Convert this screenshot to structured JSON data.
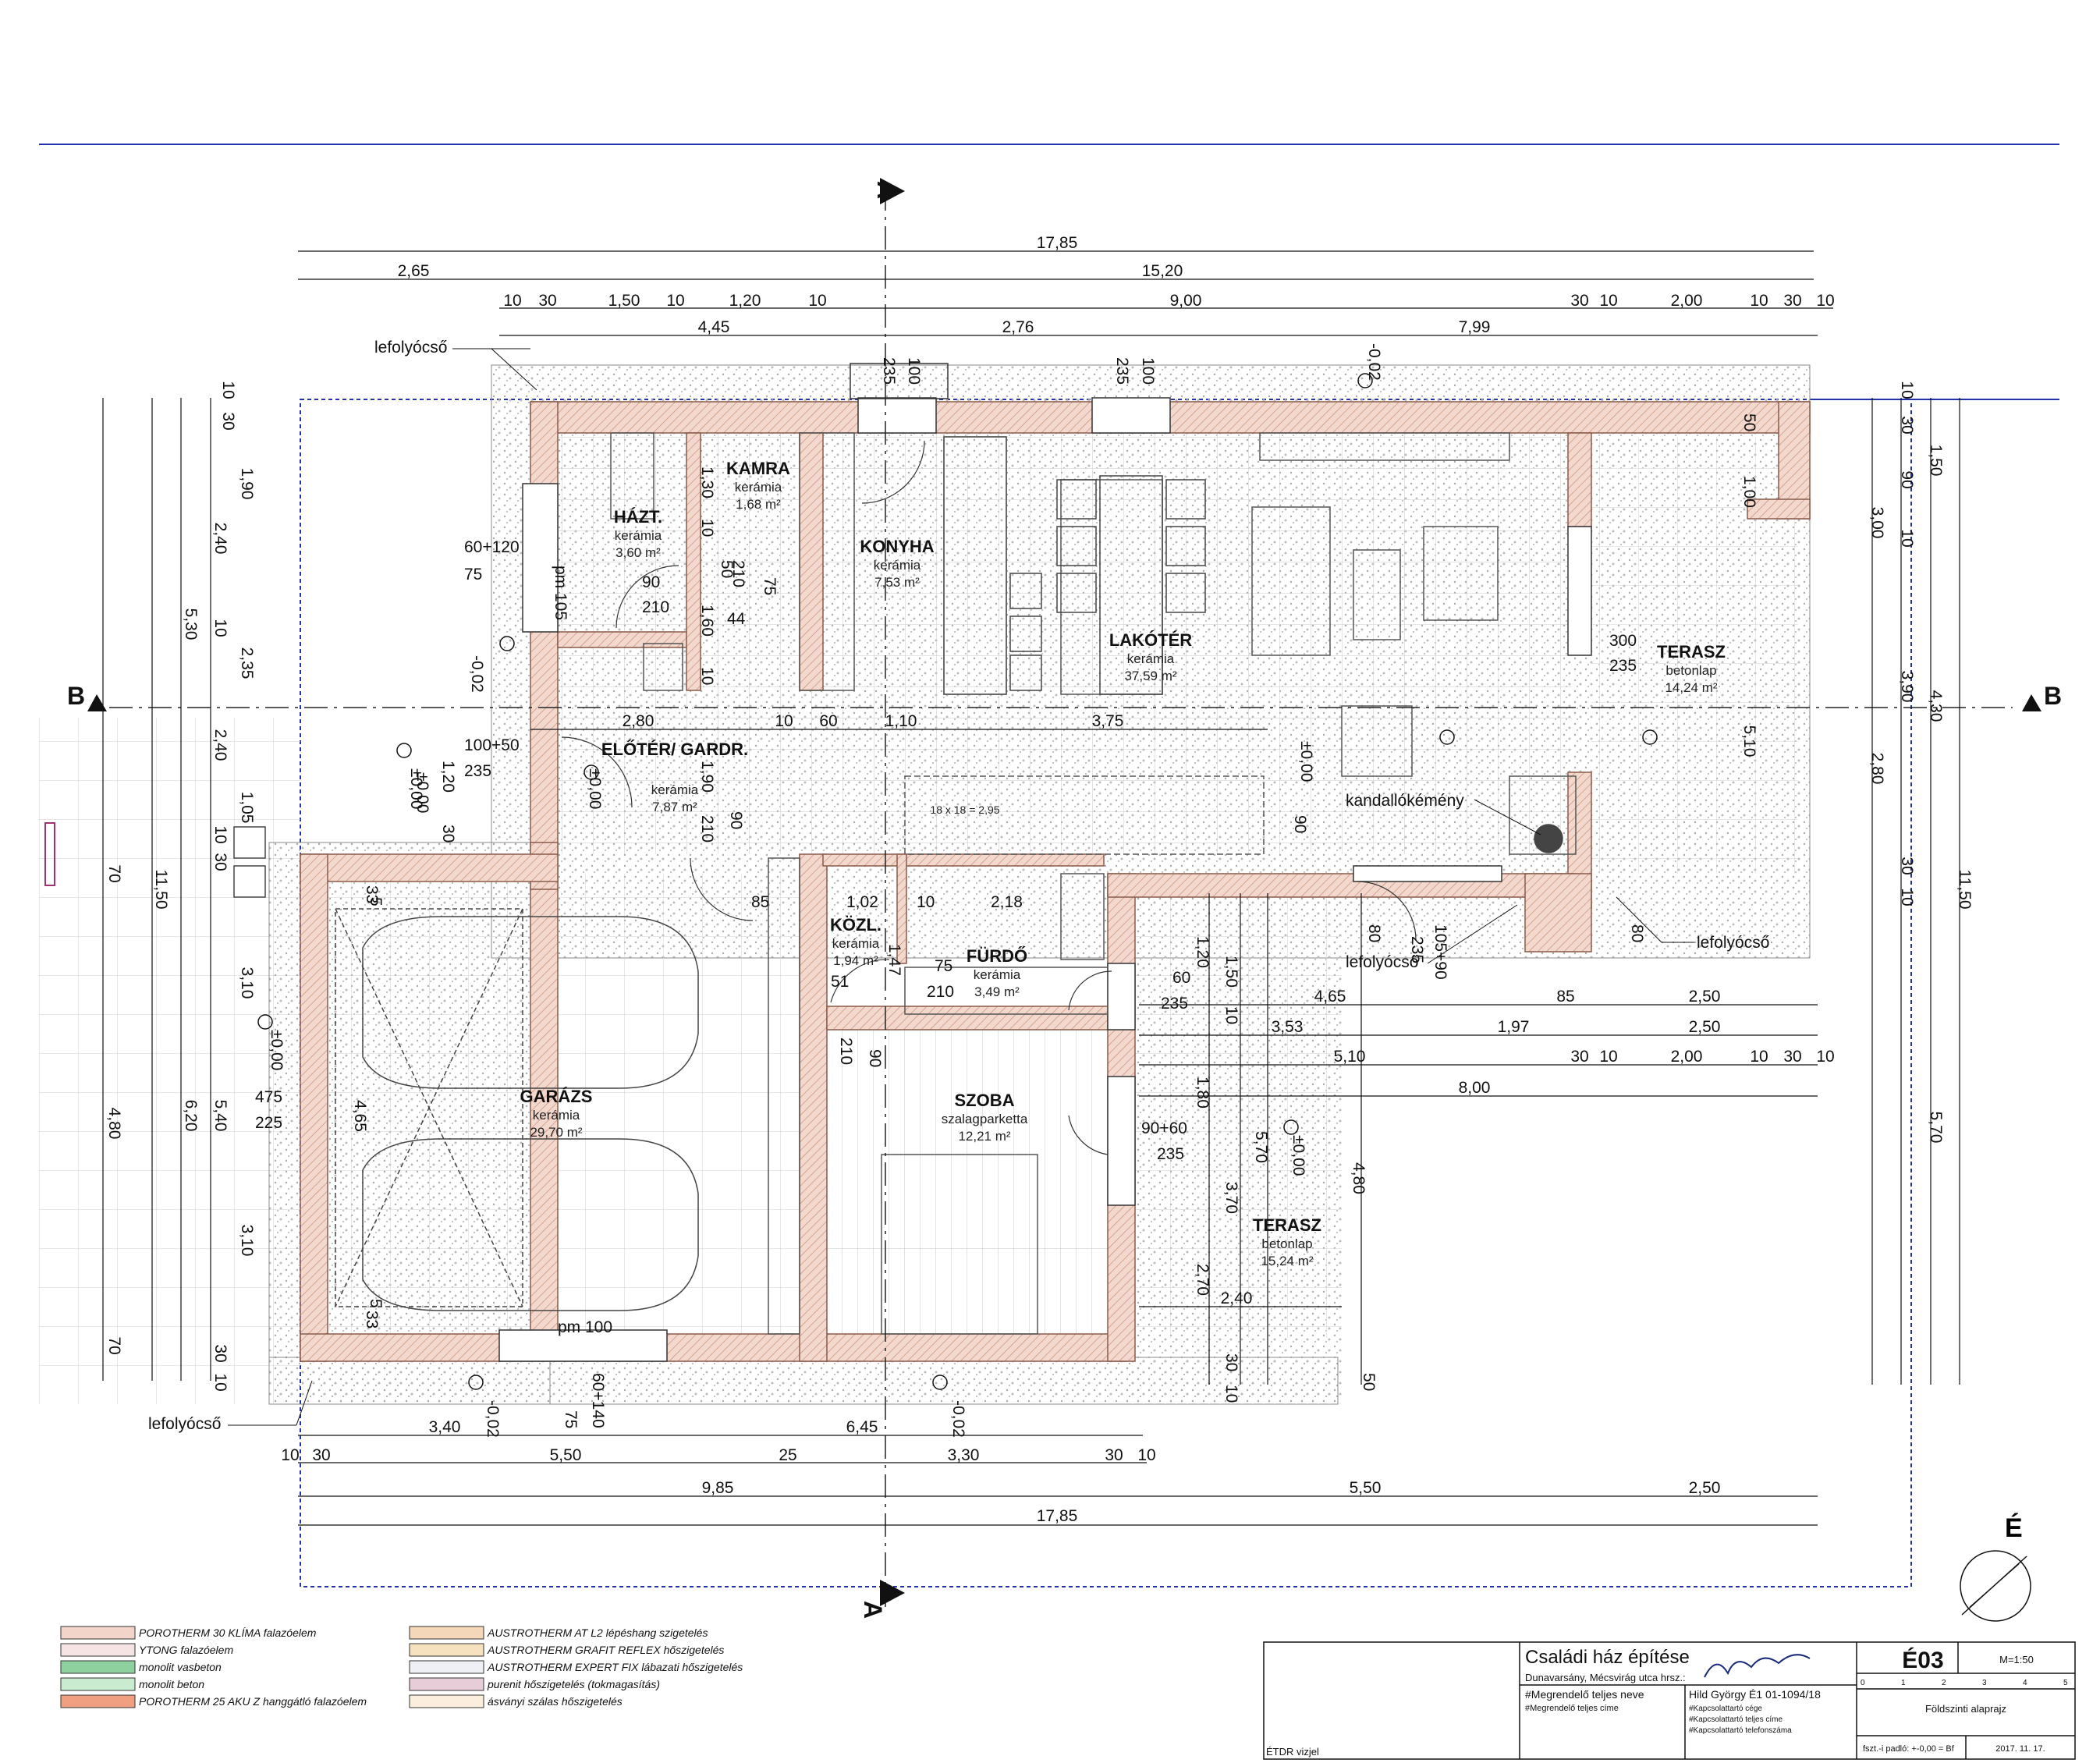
{
  "sections": {
    "a": "A",
    "b": "B"
  },
  "north": "É",
  "rooms": [
    {
      "key": "hazt",
      "name": "HÁZT.",
      "finish": "kerámia",
      "area": "3,60 m²"
    },
    {
      "key": "kamra",
      "name": "KAMRA",
      "finish": "kerámia",
      "area": "1,68 m²"
    },
    {
      "key": "konyha",
      "name": "KONYHA",
      "finish": "kerámia",
      "area": "7,53 m²"
    },
    {
      "key": "lakoter",
      "name": "LAKÓTÉR",
      "finish": "kerámia",
      "area": "37,59 m²"
    },
    {
      "key": "terasz1",
      "name": "TERASZ",
      "finish": "betonlap",
      "area": "14,24 m²"
    },
    {
      "key": "eloter",
      "name": "ELŐTÉR/ GARDR.",
      "finish": "kerámia",
      "area": "7,87 m²"
    },
    {
      "key": "kozl",
      "name": "KÖZL.",
      "finish": "kerámia",
      "area": "1,94 m²"
    },
    {
      "key": "furdo",
      "name": "FÜRDŐ",
      "finish": "kerámia",
      "area": "3,49 m²"
    },
    {
      "key": "garazs",
      "name": "GARÁZS",
      "finish": "kerámia",
      "area": "29,70 m²"
    },
    {
      "key": "szoba",
      "name": "SZOBA",
      "finish": "szalagparketta",
      "area": "12,21 m²"
    },
    {
      "key": "terasz2",
      "name": "TERASZ",
      "finish": "betonlap",
      "area": "15,24 m²"
    }
  ],
  "labels": {
    "lefolyocso": "lefolyócső",
    "kandallo": "kandallókémény",
    "stair": "18 x 18 = 2,95"
  },
  "dims": {
    "top1": [
      "17,85"
    ],
    "top2": [
      "2,65",
      "15,20"
    ],
    "top3": [
      "10",
      "30",
      "1,50",
      "10",
      "1,20",
      "10",
      "9,00",
      "30",
      "10",
      "2,00",
      "10",
      "30",
      "10"
    ],
    "top4": [
      "4,45",
      "2,76",
      "7,99"
    ],
    "bot1": [
      "3,40",
      "6,45"
    ],
    "bot2": [
      "10",
      "30",
      "5,50",
      "25",
      "3,30",
      "30",
      "10"
    ],
    "bot3": [
      "9,85",
      "5,50",
      "2,50"
    ],
    "bot4": [
      "17,85"
    ],
    "mid1": [
      "2,80",
      "10",
      "60",
      "1,10",
      "3,75"
    ],
    "mid2": [
      "4,65",
      "85",
      "2,50"
    ],
    "mid3": [
      "3,53",
      "1,97",
      "2,50"
    ],
    "mid4": [
      "5,10",
      "30",
      "10",
      "2,00",
      "10",
      "30",
      "10"
    ],
    "mid5": [
      "8,00"
    ],
    "mid6": [
      "2,40"
    ],
    "left1": [
      "10",
      "30",
      "1,90",
      "2,40",
      "10",
      "2,35",
      "2,40",
      "1,05",
      "10",
      "30",
      "70",
      "3,10",
      "4,80",
      "3,10",
      "70",
      "30",
      "10"
    ],
    "left2": [
      "5,30",
      "6,20"
    ],
    "left3": [
      "11,50"
    ],
    "left4": [
      "5,40"
    ],
    "right1": [
      "10",
      "30",
      "90",
      "10",
      "3,90",
      "2,80",
      "30",
      "10"
    ],
    "right2": [
      "1,50",
      "4,30",
      "11,50",
      "5,70"
    ],
    "right3": [
      "3,00",
      "5,10"
    ],
    "openings": [
      "60+120",
      "75",
      "pm 105",
      "90",
      "210",
      "1,30",
      "10",
      "50",
      "210",
      "75",
      "44",
      "1,60",
      "10",
      "100+50",
      "235",
      "1,20",
      "±0,00",
      "30",
      "1,90",
      "210",
      "90",
      "85",
      "1,02",
      "1,47",
      "10",
      "2,18",
      "75",
      "210",
      "51",
      "210",
      "90",
      "60",
      "235",
      "90+60",
      "235",
      "1,20",
      "1,50",
      "10",
      "1,80",
      "3,70",
      "2,70",
      "30",
      "10",
      "5,70",
      "4,80",
      "80",
      "105+90",
      "235",
      "80",
      "300",
      "235",
      "1,00",
      "50",
      "90",
      "475",
      "225",
      "4,65",
      "33",
      "33",
      "5",
      "5",
      "pm 100",
      "60+140",
      "75",
      "±0,00",
      "±0,00",
      "±0,00",
      "±0,00",
      "±0,00",
      "-0,02",
      "-0,02",
      "-0,02",
      "-0,02",
      "235",
      "100",
      "235",
      "100",
      "50"
    ]
  },
  "legend": [
    {
      "text": "POROTHERM 30 KLÍMA falazóelem",
      "color": "#f2d5c8"
    },
    {
      "text": "YTONG falazóelem",
      "color": "#f6e3e3"
    },
    {
      "text": "monolit vasbeton",
      "color": "#8fd19e"
    },
    {
      "text": "monolit beton",
      "color": "#c9ebd0"
    },
    {
      "text": "POROTHERM 25 AKU Z hanggátló falazóelem",
      "color": "#f0a080"
    },
    {
      "text": "AUSTROTHERM AT L2 lépéshang szigetelés",
      "color": "#f4d6b8"
    },
    {
      "text": "AUSTROTHERM GRAFIT REFLEX hőszigetelés",
      "color": "#f7e2c0"
    },
    {
      "text": "AUSTROTHERM EXPERT FIX lábazati hőszigetelés",
      "color": "#eef0f6"
    },
    {
      "text": "purenit hőszigetelés (tokmagasítás)",
      "color": "#e7cdd8"
    },
    {
      "text": "ásványi szálas hőszigetelés",
      "color": "#fbeedd"
    }
  ],
  "titleblock": {
    "project": "Családi ház építése",
    "sheet": "É03",
    "scale": "M=1:50",
    "address": "Dunavarsány, Mécsvirág utca  hrsz.:",
    "client_name": "#Megrendelő teljes neve",
    "client_addr": "#Megrendelő teljes címe",
    "designer": "Hild György   É1 01-1094/18",
    "contact1": "#Kapcsolattartó cége",
    "contact2": "#Kapcsolattartó teljes címe",
    "contact3": "#Kapcsolattartó telefonszáma",
    "drawing": "Földszinti alaprajz",
    "level": "fszt.-i padló: +-0,00 = Bf",
    "date": "2017. 11. 17.",
    "stamp": "ÉTDR vizjel",
    "ticks": [
      "0",
      "1",
      "2",
      "3",
      "4",
      "5"
    ]
  }
}
